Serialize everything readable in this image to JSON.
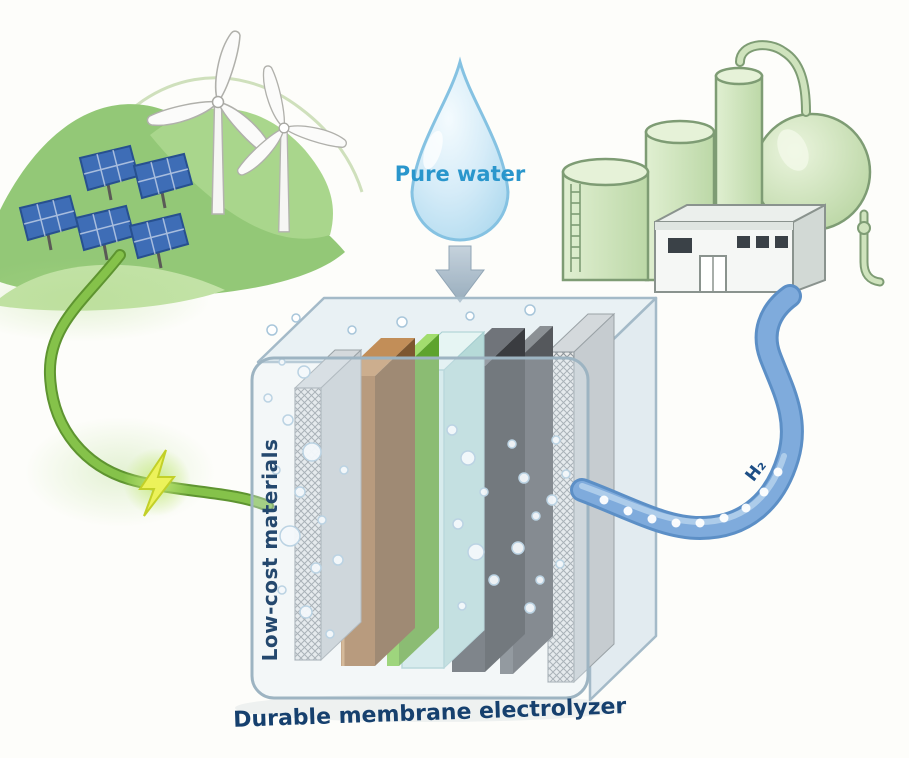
{
  "labels": {
    "pure_water": "Pure water",
    "low_cost_materials": "Low-cost materials",
    "caption": "Durable membrane electrolyzer",
    "h2": "H₂"
  },
  "colors": {
    "background": "#fdfdfa",
    "hill_green": "#93c877",
    "hill_light": "#c2e2a6",
    "solar_panel_blue": "#3e6db6",
    "cable_green": "#7cb342",
    "lightning_yellow": "#ecf25a",
    "droplet_fill": "#cfe8f6",
    "droplet_outline": "#85c2e2",
    "water_text_blue": "#2a96cc",
    "plant_green_fill": "#cfe3bd",
    "plant_outline": "#7e9c74",
    "glass_box": "#d9e6ee",
    "layer_brown": "#a3713f",
    "layer_green": "#7cc93e",
    "layer_cyan": "#d3ecea",
    "layer_dark_gray": "#4c4f54",
    "hydrogen_tube_blue": "#7fabdc",
    "label_navy": "#16406e"
  }
}
